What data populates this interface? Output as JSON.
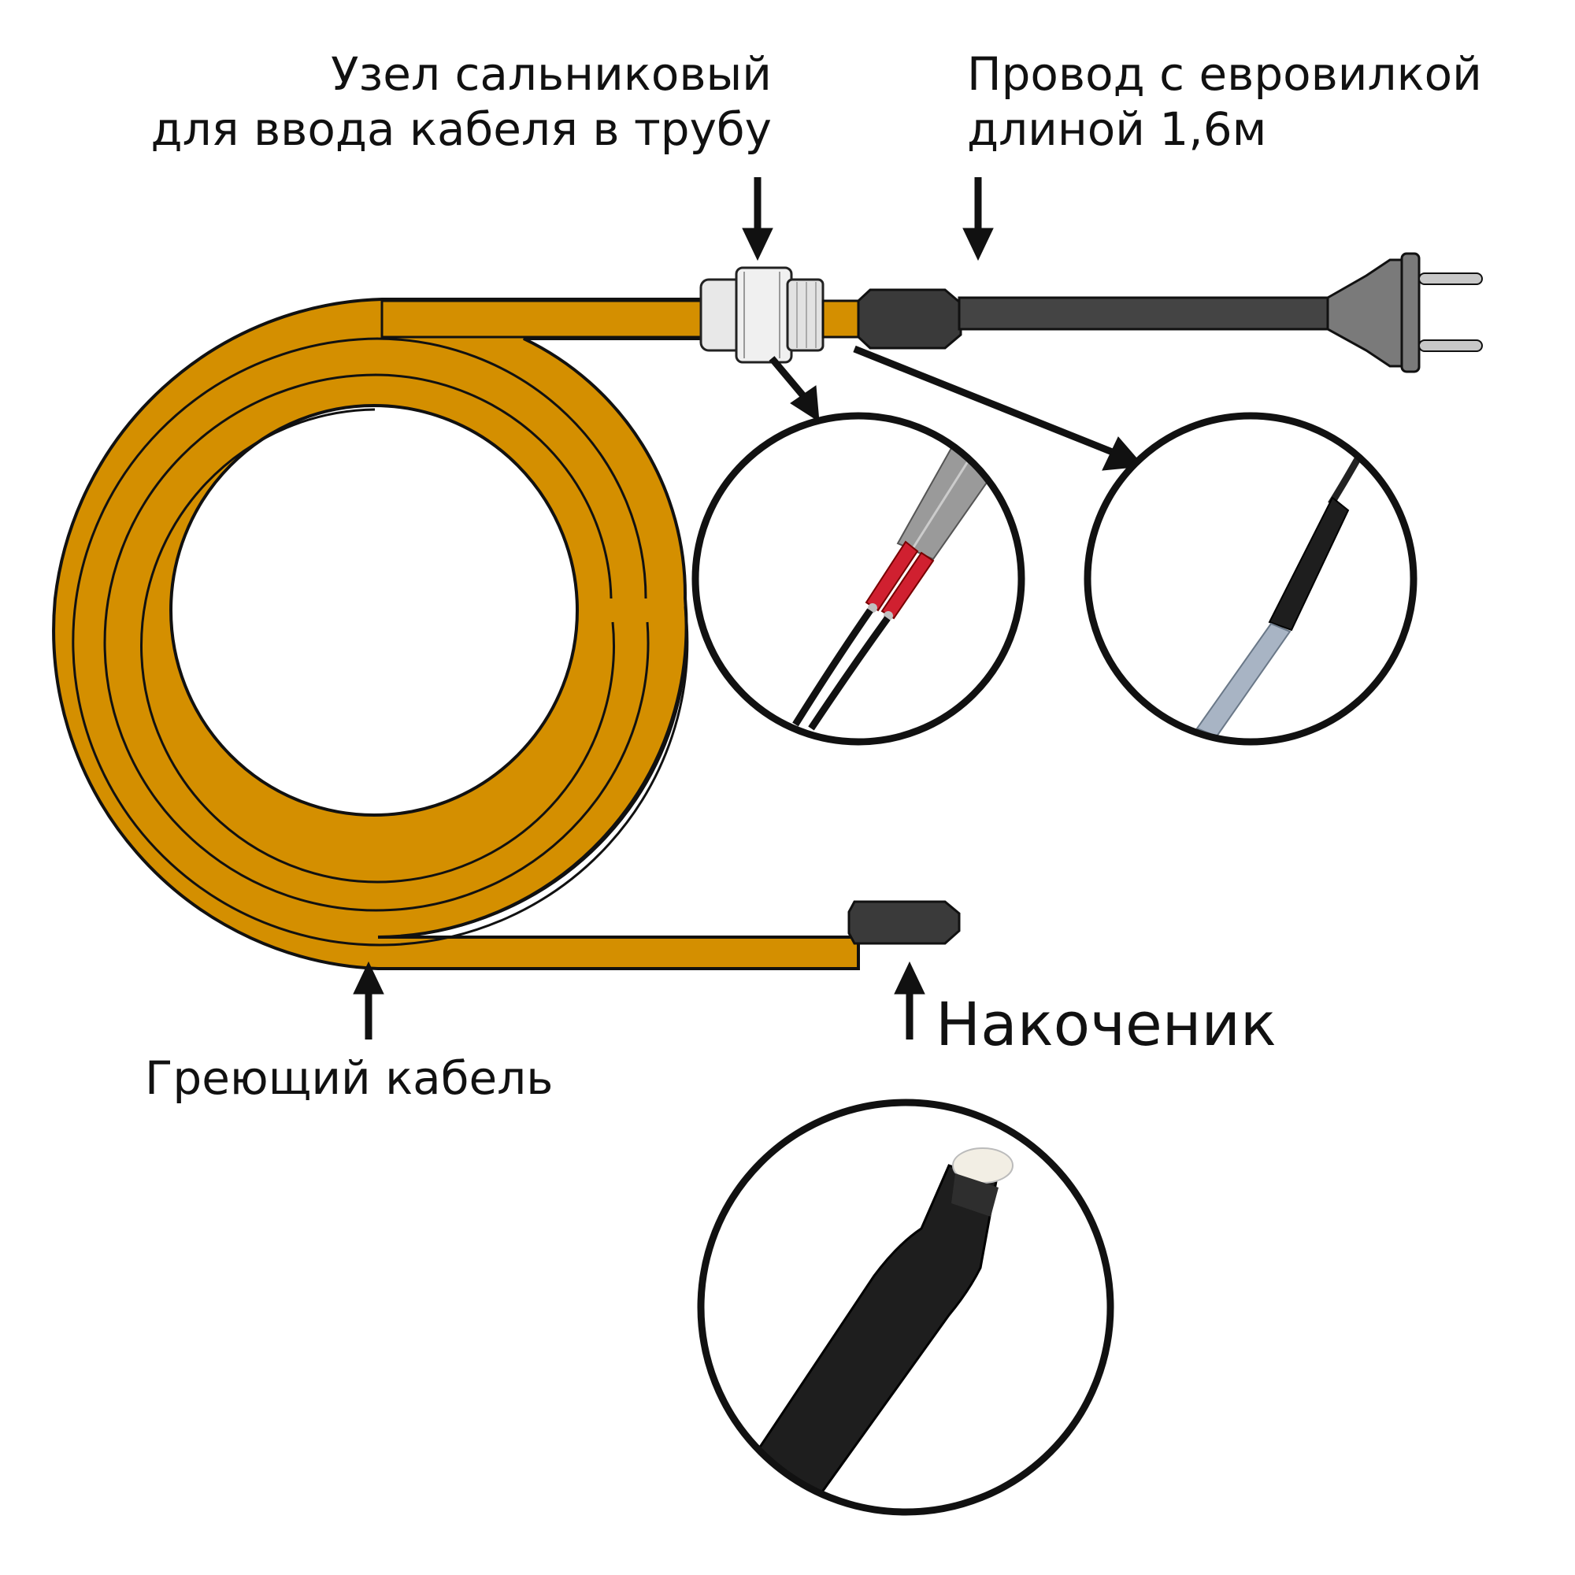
{
  "labels": {
    "gland_line1": "Узел сальниковый",
    "gland_line2": "для ввода кабеля в трубу",
    "cord_line1": "Провод с евровилкой",
    "cord_line2": "длиной 1,6м",
    "heating_cable": "Греющий кабель",
    "tip": "Накоченик"
  },
  "colors": {
    "cable": "#D48F00",
    "cable_outline": "#111111",
    "background": "#FFFFFF",
    "dark_sleeve": "#3A3A3A",
    "cord": "#444444",
    "plug": "#7A7A7A",
    "gland": "#E8E8E8",
    "crimp_red": "#D02030"
  },
  "icons": {
    "plug": "euro-plug-icon",
    "gland": "cable-gland-icon",
    "arrows": "arrow-icon"
  },
  "insets": [
    {
      "name": "crimp-connection-detail"
    },
    {
      "name": "heat-shrink-joint-detail"
    },
    {
      "name": "end-cap-detail"
    }
  ]
}
